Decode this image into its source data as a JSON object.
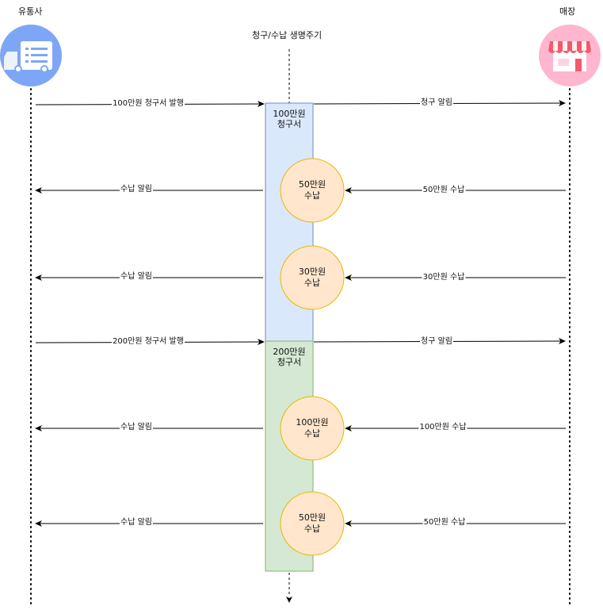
{
  "actors": {
    "distributor": {
      "name": "유통사",
      "icon": "truck-icon",
      "color": "#7ea6f6"
    },
    "store": {
      "name": "매장",
      "icon": "store-icon",
      "color": "#ffb6ce"
    }
  },
  "lifeline_title": "청구/수납 생명주기",
  "invoices": [
    {
      "line1": "100만원",
      "line2": "청구서",
      "fill": "#dae8fc",
      "stroke": "#6c8ebf"
    },
    {
      "line1": "200만원",
      "line2": "청구서",
      "fill": "#d5e8d4",
      "stroke": "#82b366"
    }
  ],
  "payments": [
    {
      "line1": "50만원",
      "line2": "수납"
    },
    {
      "line1": "30만원",
      "line2": "수납"
    },
    {
      "line1": "100만원",
      "line2": "수납"
    },
    {
      "line1": "50만원",
      "line2": "수납"
    }
  ],
  "payment_style": {
    "fill": "#ffe6cc",
    "stroke": "#e6b800"
  },
  "messages": {
    "issue_1": "100만원 청구서 발행",
    "notify_invoice_1": "청구 알림",
    "pay_1": "50만원 수납",
    "notify_pay_1": "수납 알림",
    "pay_2": "30만원 수납",
    "notify_pay_2": "수납 알림",
    "issue_2": "200만원 청구서 발행",
    "notify_invoice_2": "청구 알림",
    "pay_3": "100만원 수납",
    "notify_pay_3": "수납 알림",
    "pay_4": "50만원 수납",
    "notify_pay_4": "수납 알림"
  }
}
